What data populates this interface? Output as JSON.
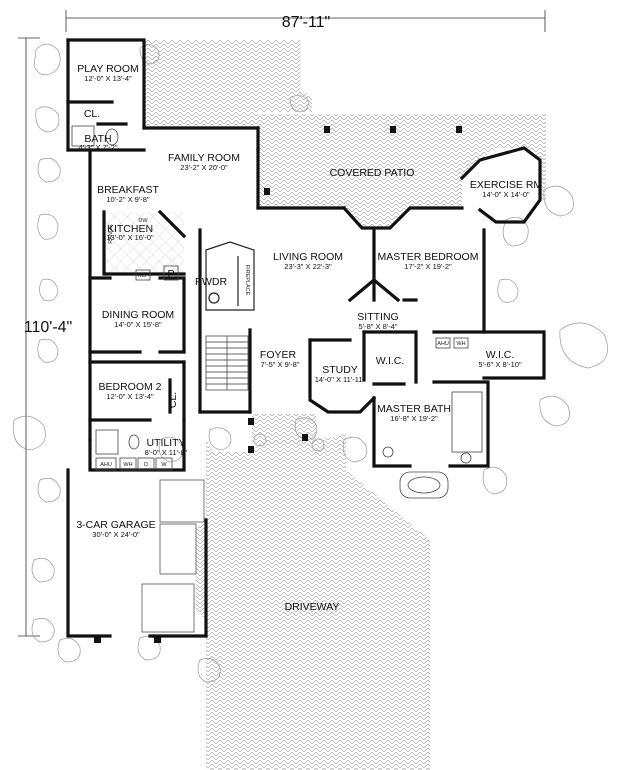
{
  "dimensions": {
    "width": "87'-11\"",
    "depth": "110'-4\""
  },
  "rooms": {
    "play_room": {
      "name": "PLAY ROOM",
      "dim": "12'-0\" X 13'-4\""
    },
    "bath": {
      "name": "BATH",
      "dim": "4'-3\" X 7'-2\""
    },
    "closet_play": {
      "name": "CL."
    },
    "family_room": {
      "name": "FAMILY ROOM",
      "dim": "23'-2\" X 20'-0\""
    },
    "breakfast": {
      "name": "BREAKFAST",
      "dim": "10'-2\" X 9'-8\""
    },
    "kitchen": {
      "name": "KITCHEN",
      "dim": "13'-0\" X 16'-0\""
    },
    "dining_room": {
      "name": "DINING ROOM",
      "dim": "14'-0\" X 15'-8\""
    },
    "bedroom2": {
      "name": "BEDROOM 2",
      "dim": "12'-0\" X 13'-4\""
    },
    "closet_bed2": {
      "name": "CL."
    },
    "utility": {
      "name": "UTILITY",
      "dim": "8'-0\" X 11'-8\""
    },
    "garage": {
      "name": "3-CAR GARAGE",
      "dim": "30'-0\" X 24'-0\""
    },
    "pwdr": {
      "name": "PWDR"
    },
    "pantry": {
      "name": "P"
    },
    "foyer": {
      "name": "FOYER",
      "dim": "7'-5\" X 9'-8\""
    },
    "living_room": {
      "name": "LIVING ROOM",
      "dim": "23'-3\" X 22'-3\""
    },
    "covered_patio": {
      "name": "COVERED PATIO"
    },
    "exercise_rm": {
      "name": "EXERCISE RM",
      "dim": "14'-0\" X 14'-0\""
    },
    "master_bedroom": {
      "name": "MASTER BEDROOM",
      "dim": "17'-2\" X 19'-2\""
    },
    "sitting": {
      "name": "SITTING",
      "dim": "5'-8\" X 8'-4\""
    },
    "study": {
      "name": "STUDY",
      "dim": "14'-0\" X 11'-11\""
    },
    "wic_1": {
      "name": "W.I.C."
    },
    "wic_2": {
      "name": "W.I.C.",
      "dim": "5'-6\" X 8'-10\""
    },
    "master_bath": {
      "name": "MASTER BATH",
      "dim": "16'-8\" X 19'-2\""
    },
    "driveway": {
      "name": "DRIVEWAY"
    }
  },
  "fixtures": {
    "dw": "DW",
    "range": "RANGE",
    "ref": "REF",
    "fireplace": "FIREPLACE",
    "ahu": "AHU",
    "wh": "WH",
    "dryer": "D",
    "washer": "W"
  }
}
